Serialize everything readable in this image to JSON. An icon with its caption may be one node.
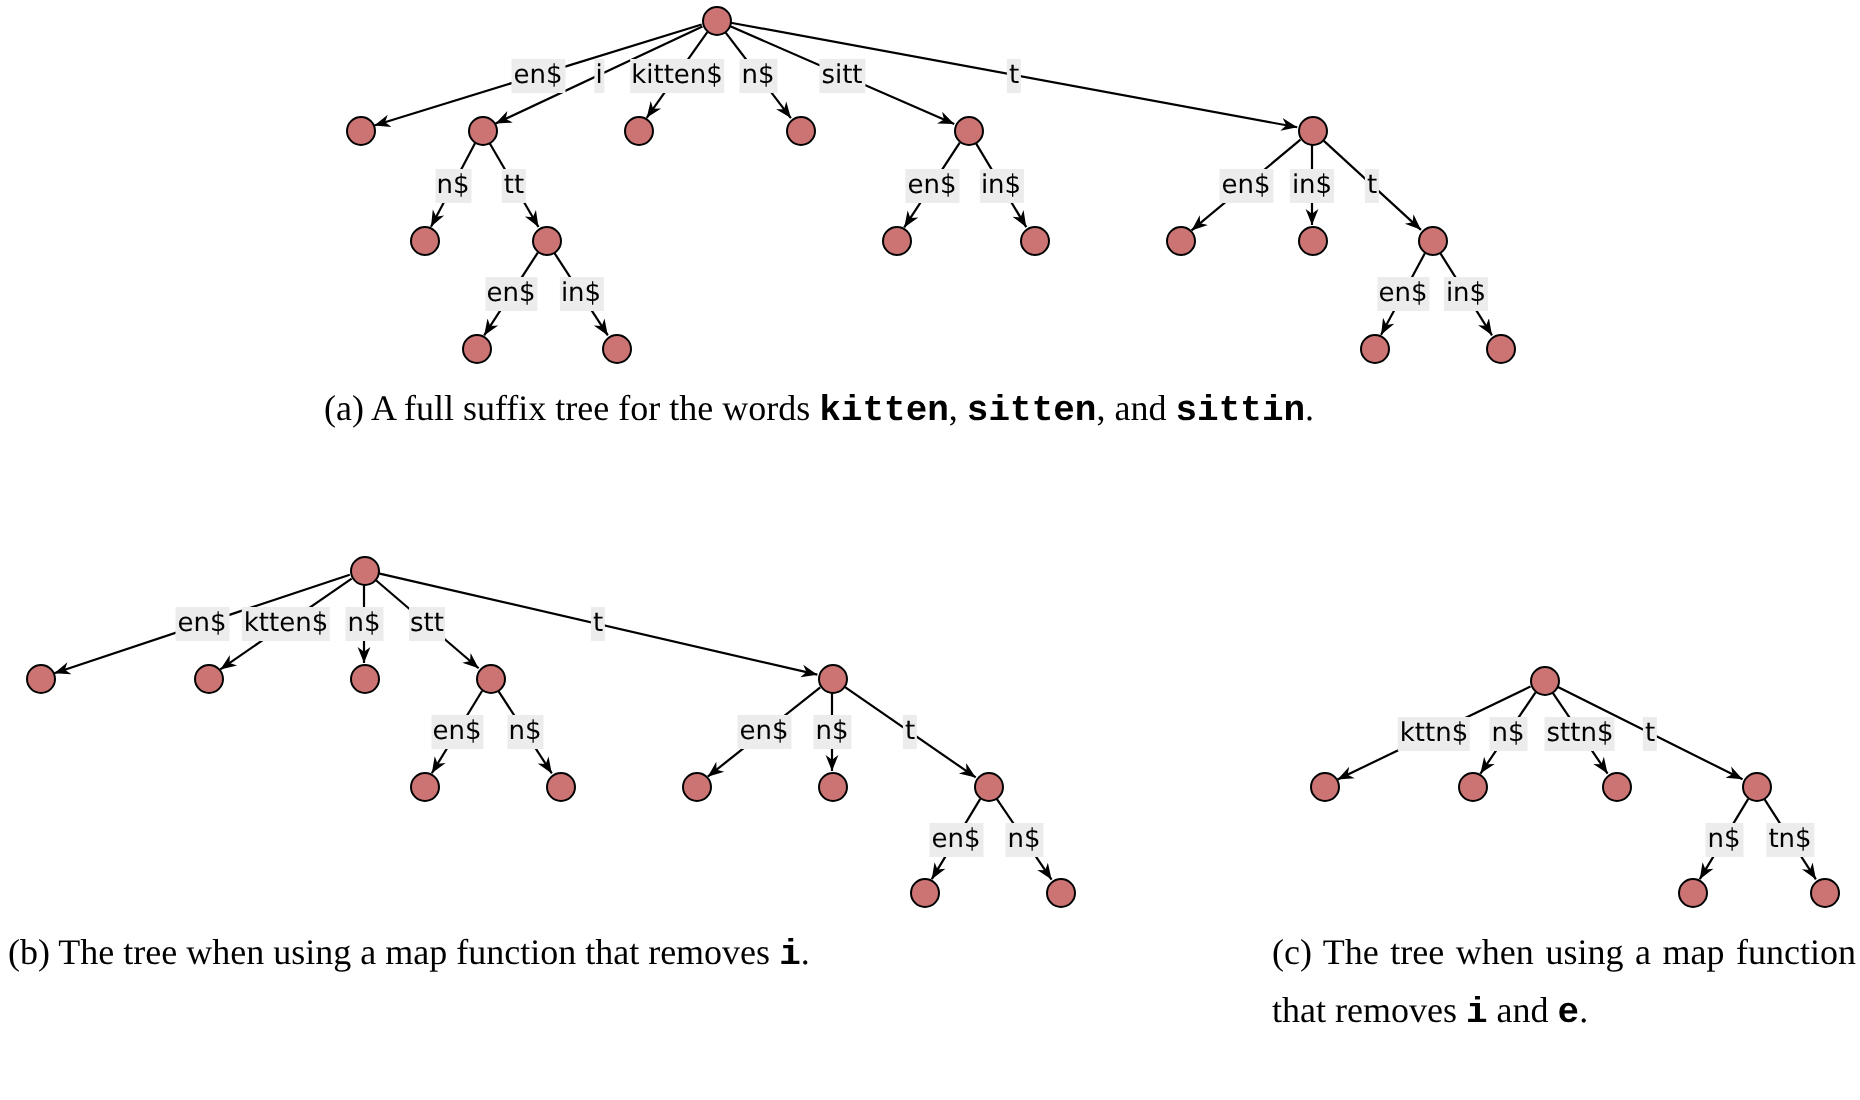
{
  "diagram": {
    "nodes": [
      {
        "text": [],
        "shape": "circle"
      },
      {
        "text": [],
        "shape": "circle"
      },
      {
        "text": [],
        "shape": "circle"
      },
      {
        "text": [],
        "shape": "circle"
      },
      {
        "text": [],
        "shape": "circle"
      },
      {
        "text": [],
        "shape": "circle"
      },
      {
        "text": [],
        "shape": "circle"
      },
      {
        "text": [],
        "shape": "circle"
      },
      {
        "text": [],
        "shape": "circle"
      },
      {
        "text": [],
        "shape": "circle"
      },
      {
        "text": [],
        "shape": "circle"
      },
      {
        "text": [],
        "shape": "circle"
      },
      {
        "text": [],
        "shape": "circle"
      },
      {
        "text": [],
        "shape": "circle"
      },
      {
        "text": [],
        "shape": "circle"
      },
      {
        "text": [],
        "shape": "circle"
      },
      {
        "text": [],
        "shape": "circle"
      },
      {
        "text": [],
        "shape": "circle"
      },
      {
        "text": [],
        "shape": "circle"
      },
      {
        "text": [],
        "shape": "circle"
      },
      {
        "text": [],
        "shape": "circle"
      },
      {
        "text": [],
        "shape": "circle"
      },
      {
        "text": [],
        "shape": "circle"
      },
      {
        "text": [],
        "shape": "circle"
      },
      {
        "text": [],
        "shape": "circle"
      },
      {
        "text": [],
        "shape": "circle"
      },
      {
        "text": [],
        "shape": "circle"
      },
      {
        "text": [],
        "shape": "circle"
      },
      {
        "text": [],
        "shape": "circle"
      },
      {
        "text": [],
        "shape": "circle"
      },
      {
        "text": [],
        "shape": "circle"
      },
      {
        "text": [],
        "shape": "circle"
      },
      {
        "text": [],
        "shape": "circle"
      },
      {
        "text": [],
        "shape": "circle"
      },
      {
        "text": [],
        "shape": "circle"
      },
      {
        "text": [],
        "shape": "circle"
      },
      {
        "text": [],
        "shape": "circle"
      },
      {
        "text": [],
        "shape": "circle"
      }
    ],
    "edges": [
      {
        "from": 0,
        "to": 1,
        "arrow": "to",
        "label": "en$"
      },
      {
        "from": 0,
        "to": 2,
        "arrow": "to",
        "label": "i"
      },
      {
        "from": 0,
        "to": 3,
        "arrow": "to",
        "label": "kitten$"
      },
      {
        "from": 0,
        "to": 4,
        "arrow": "to",
        "label": "n$"
      },
      {
        "from": 0,
        "to": 5,
        "arrow": "to",
        "label": "sitt"
      },
      {
        "from": 0,
        "to": 6,
        "arrow": "to",
        "label": "t"
      },
      {
        "from": 2,
        "to": 7,
        "arrow": "to",
        "label": "n$"
      },
      {
        "from": 2,
        "to": 8,
        "arrow": "to",
        "label": "tt"
      },
      {
        "from": 8,
        "to": 9,
        "arrow": "to",
        "label": "en$"
      },
      {
        "from": 8,
        "to": 10,
        "arrow": "to",
        "label": "in$"
      },
      {
        "from": 5,
        "to": 11,
        "arrow": "to",
        "label": "en$"
      },
      {
        "from": 5,
        "to": 12,
        "arrow": "to",
        "label": "in$"
      },
      {
        "from": 6,
        "to": 13,
        "arrow": "to",
        "label": "en$"
      },
      {
        "from": 6,
        "to": 14,
        "arrow": "to",
        "label": "in$"
      },
      {
        "from": 6,
        "to": 15,
        "arrow": "to",
        "label": "t"
      },
      {
        "from": 15,
        "to": 16,
        "arrow": "to",
        "label": "en$"
      },
      {
        "from": 15,
        "to": 17,
        "arrow": "to",
        "label": "in$"
      },
      {
        "from": 18,
        "to": 19,
        "arrow": "to",
        "label": "en$"
      },
      {
        "from": 18,
        "to": 20,
        "arrow": "to",
        "label": "ktten$"
      },
      {
        "from": 18,
        "to": 21,
        "arrow": "to",
        "label": "n$"
      },
      {
        "from": 18,
        "to": 22,
        "arrow": "to",
        "label": "stt"
      },
      {
        "from": 18,
        "to": 23,
        "arrow": "to",
        "label": "t"
      },
      {
        "from": 22,
        "to": 24,
        "arrow": "to",
        "label": "en$"
      },
      {
        "from": 22,
        "to": 25,
        "arrow": "to",
        "label": "n$"
      },
      {
        "from": 23,
        "to": 26,
        "arrow": "to",
        "label": "en$"
      },
      {
        "from": 23,
        "to": 27,
        "arrow": "to",
        "label": "n$"
      },
      {
        "from": 23,
        "to": 28,
        "arrow": "to",
        "label": "t"
      },
      {
        "from": 28,
        "to": 29,
        "arrow": "to",
        "label": "en$"
      },
      {
        "from": 28,
        "to": 30,
        "arrow": "to",
        "label": "n$"
      },
      {
        "from": 31,
        "to": 32,
        "arrow": "to",
        "label": "kttn$"
      },
      {
        "from": 31,
        "to": 33,
        "arrow": "to",
        "label": "n$"
      },
      {
        "from": 31,
        "to": 34,
        "arrow": "to",
        "label": "sttn$"
      },
      {
        "from": 31,
        "to": 35,
        "arrow": "to",
        "label": "t"
      },
      {
        "from": 35,
        "to": 36,
        "arrow": "to",
        "label": "n$"
      },
      {
        "from": 35,
        "to": 37,
        "arrow": "to",
        "label": "tn$"
      }
    ],
    "labels": [
      "(a) A full suffix tree for the words **kitten**, **sitten**, and **sittin**.",
      "(b) The tree when using a map function that removes **i**.",
      "(c) The tree when using a map function that removes **i** and **e**."
    ]
  }
}
